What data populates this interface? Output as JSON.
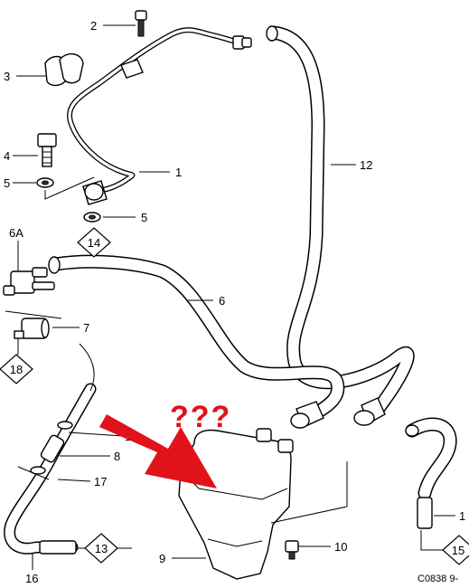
{
  "labels": {
    "l1": "1",
    "l2": "2",
    "l3": "3",
    "l4": "4",
    "l5a": "5",
    "l5b": "5",
    "l6a": "6A",
    "l6": "6",
    "l7": "7",
    "l8": "8",
    "l9": "9",
    "l10": "10",
    "l12": "12",
    "l16": "16",
    "l17a": "17",
    "l17b": "17",
    "l1b": "1"
  },
  "diamonds": {
    "d14": "14",
    "d18": "18",
    "d13": "13",
    "d15": "15"
  },
  "annotation": {
    "question_marks": "???",
    "arrow_color": "#e0131a"
  },
  "drawing_code": "C0838 9-"
}
